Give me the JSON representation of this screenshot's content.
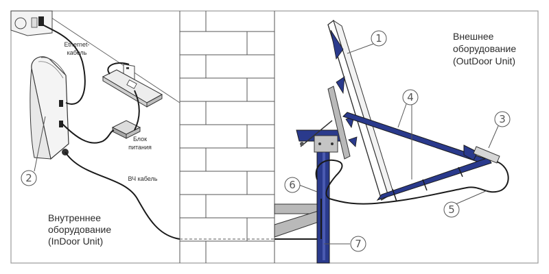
{
  "labels": {
    "ethernet_line1": "Ethernet-",
    "ethernet_line2": "кабель",
    "power_line1": "Блок",
    "power_line2": "питания",
    "rf_cable": "ВЧ кабель",
    "indoor_line1": "Внутреннее",
    "indoor_line2": "оборудование",
    "indoor_line3": "(InDoor Unit)",
    "outdoor_line1": "Внешнее",
    "outdoor_line2": "оборудование",
    "outdoor_line3": "(OutDoor Unit)"
  },
  "callouts": [
    "1",
    "2",
    "3",
    "4",
    "5",
    "6",
    "7"
  ],
  "colors": {
    "frame": "#9a9a9a",
    "mount_blue": "#2a3a8c",
    "cable": "#1a1a1a",
    "grey_part": "#b9b9b9",
    "outline": "#333333"
  }
}
